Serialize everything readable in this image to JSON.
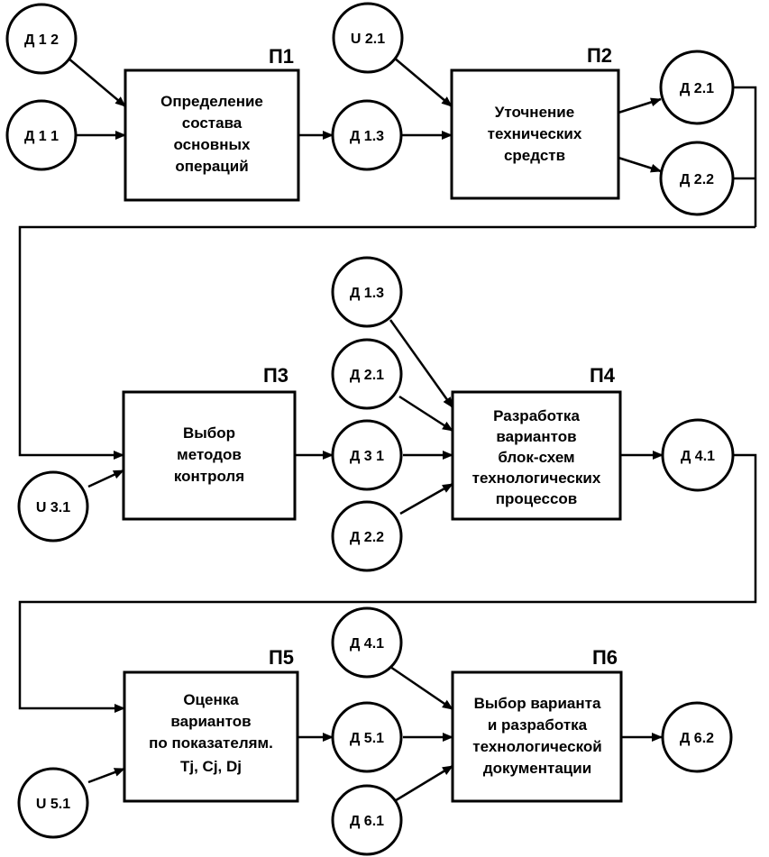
{
  "processes": {
    "p1": {
      "label": "П1",
      "lines": [
        "Определение",
        "состава",
        "основных",
        "операций"
      ]
    },
    "p2": {
      "label": "П2",
      "lines": [
        "Уточнение",
        "технических",
        "средств"
      ]
    },
    "p3": {
      "label": "П3",
      "lines": [
        "Выбор",
        "методов",
        "контроля"
      ]
    },
    "p4": {
      "label": "П4",
      "lines": [
        "Разработка",
        "вариантов",
        "блок-схем",
        "технологических",
        "процессов"
      ]
    },
    "p5": {
      "label": "П5",
      "lines": [
        "Оценка",
        "вариантов",
        "по показателям.",
        "Tj, Cj, Dj"
      ]
    },
    "p6": {
      "label": "П6",
      "lines": [
        "Выбор варианта",
        "и разработка",
        "технологической",
        "документации"
      ]
    }
  },
  "nodes": {
    "d12": "Д 1 2",
    "d11": "Д 1 1",
    "d13a": "Д 1.3",
    "u21": "U 2.1",
    "d21a": "Д 2.1",
    "d22a": "Д 2.2",
    "u31": "U 3.1",
    "d31": "Д 3 1",
    "d13b": "Д 1.3",
    "d21b": "Д 2.1",
    "d22b": "Д 2.2",
    "d41a": "Д 4.1",
    "u51": "U 5.1",
    "d51": "Д 5.1",
    "d41b": "Д 4.1",
    "d61": "Д 6.1",
    "d62": "Д 6.2"
  }
}
